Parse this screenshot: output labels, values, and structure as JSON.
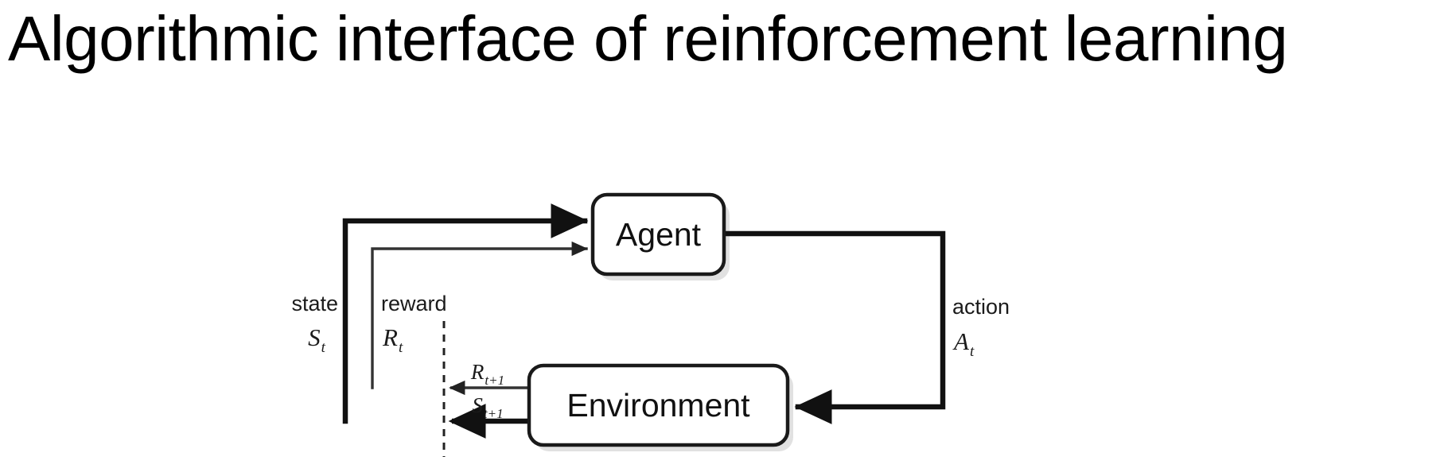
{
  "slide": {
    "title": "Algorithmic interface of reinforcement learning",
    "background_color": "#ffffff",
    "text_color": "#000000"
  },
  "diagram": {
    "name": "agent-environment-interaction-loop",
    "nodes": [
      {
        "id": "agent",
        "label": "Agent"
      },
      {
        "id": "environment",
        "label": "Environment"
      }
    ],
    "edges": [
      {
        "id": "state-edge",
        "from": "environment",
        "to": "agent",
        "label": "state",
        "symbol": "S",
        "subscript": "t",
        "weight": "thick"
      },
      {
        "id": "reward-edge",
        "from": "environment",
        "to": "agent",
        "label": "reward",
        "symbol": "R",
        "subscript": "t",
        "weight": "thin"
      },
      {
        "id": "action-edge",
        "from": "agent",
        "to": "environment",
        "label": "action",
        "symbol": "A",
        "subscript": "t",
        "weight": "thick"
      },
      {
        "id": "next-reward-edge",
        "from": "environment",
        "to": "time-boundary",
        "label": "",
        "symbol": "R",
        "subscript": "t+1",
        "weight": "thin"
      },
      {
        "id": "next-state-edge",
        "from": "environment",
        "to": "time-boundary",
        "label": "",
        "symbol": "S",
        "subscript": "t+1",
        "weight": "thick"
      }
    ],
    "time_boundary": {
      "id": "time-boundary",
      "style": "dashed-vertical"
    },
    "colors": {
      "line": "#111111",
      "line_light": "#333333",
      "box_border": "#1a1a1a",
      "box_fill": "#ffffff",
      "shadow": "#b4b4b4"
    }
  }
}
